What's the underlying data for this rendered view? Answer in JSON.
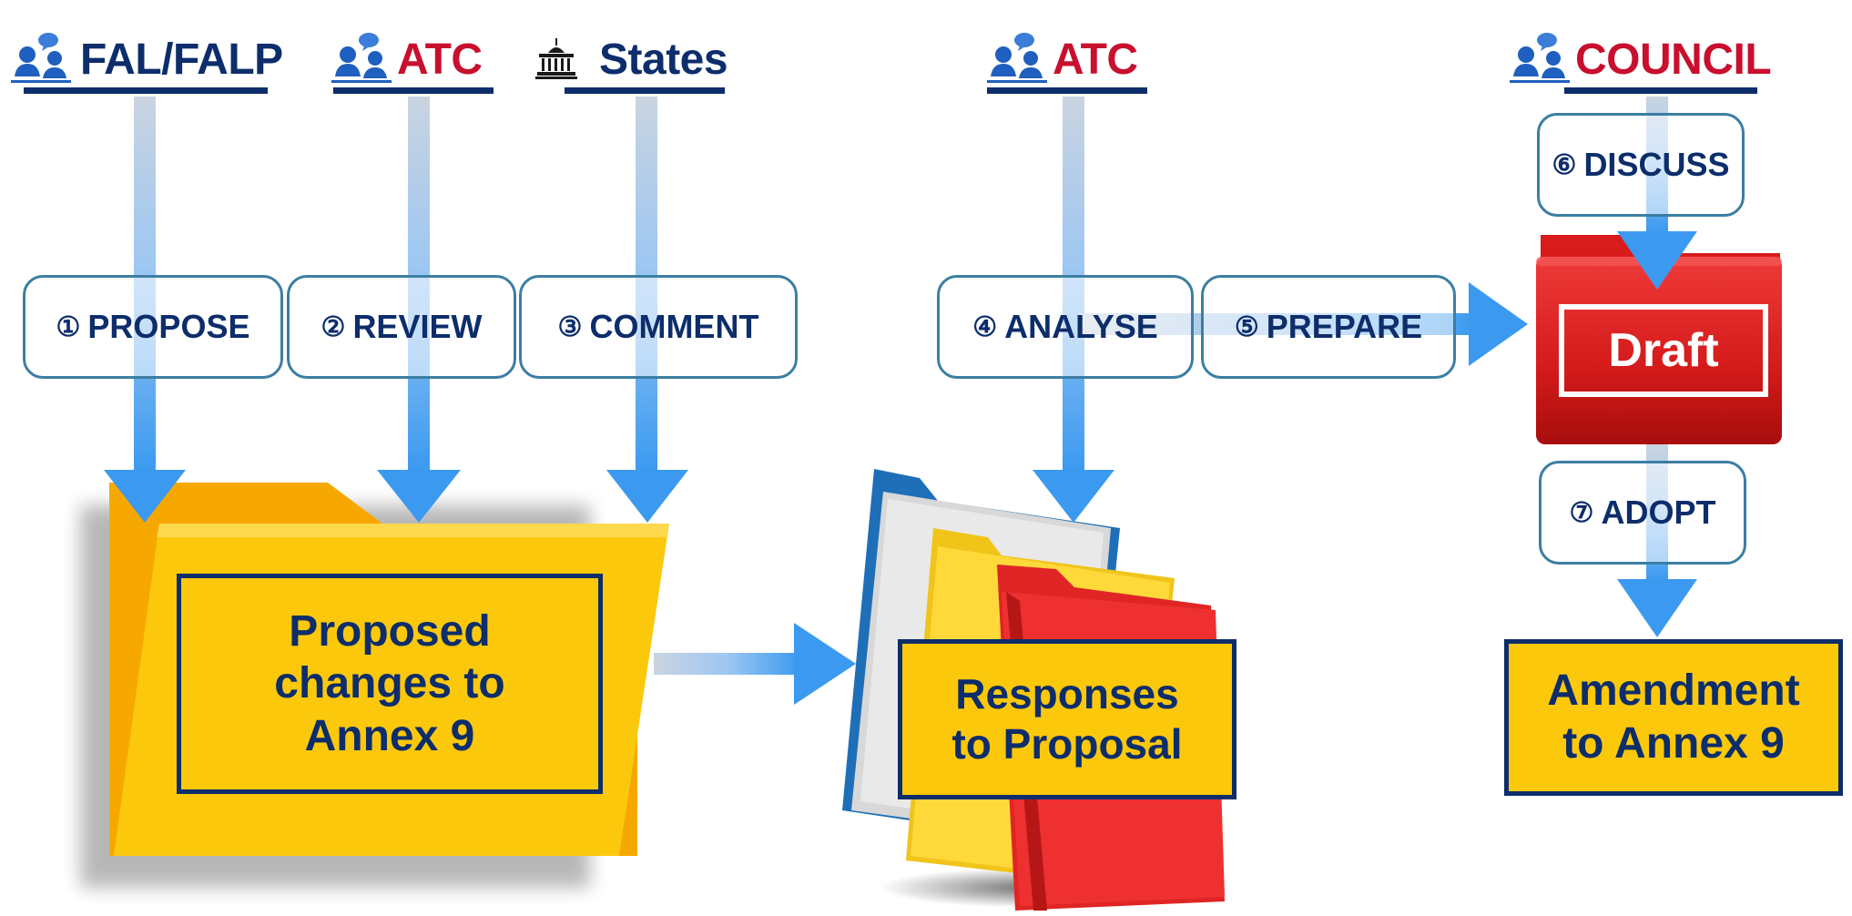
{
  "actors": {
    "fal": "FAL/FALP",
    "atc1": "ATC",
    "states": "States",
    "atc2": "ATC",
    "council": "COUNCIL"
  },
  "steps": {
    "propose": {
      "num": "①",
      "label": "PROPOSE"
    },
    "review": {
      "num": "②",
      "label": "REVIEW"
    },
    "comment": {
      "num": "③",
      "label": "COMMENT"
    },
    "analyse": {
      "num": "④",
      "label": "ANALYSE"
    },
    "prepare": {
      "num": "⑤",
      "label": "PREPARE"
    },
    "discuss": {
      "num": "⑥",
      "label": "DISCUSS"
    },
    "adopt": {
      "num": "⑦",
      "label": "ADOPT"
    }
  },
  "boxes": {
    "proposed_line1": "Proposed",
    "proposed_line2": "changes to",
    "proposed_line3": "Annex 9",
    "responses_line1": "Responses",
    "responses_line2": "to Proposal",
    "draft": "Draft",
    "amendment_line1": "Amendment",
    "amendment_line2": "to Annex 9"
  },
  "colors": {
    "navy": "#0d2d6b",
    "red": "#c8102e",
    "yellow": "#fcc80c",
    "arrow_blue": "#5aa9ef",
    "step_border": "#3c7ea2"
  },
  "icons": {
    "people": "people-group-icon",
    "government": "government-building-icon"
  }
}
